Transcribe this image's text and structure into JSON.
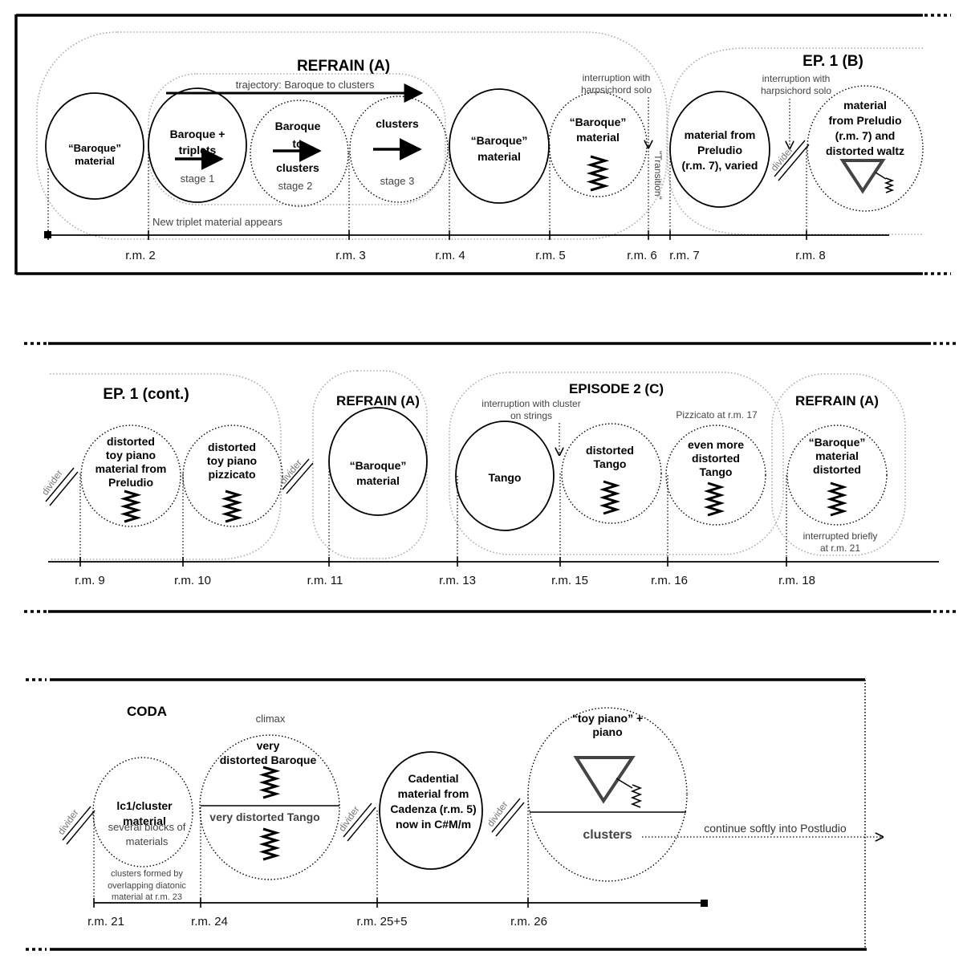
{
  "row1": {
    "title_refrain": "REFRAIN (A)",
    "title_ep1": "EP. 1 (B)",
    "trajectory": "trajectory: Baroque to clusters",
    "new_triplet": "New triplet material appears",
    "interruption1": [
      "interruption with",
      "harpsichord solo"
    ],
    "interruption2": [
      "interruption with",
      "harpsichord solo"
    ],
    "transition": "\"Transition\"",
    "divider": "divider",
    "circles": {
      "c1": [
        "“Baroque”",
        "material"
      ],
      "c2": [
        "Baroque +",
        "triplets"
      ],
      "c2_stage": "stage 1",
      "c3": [
        "Baroque",
        "to",
        "clusters"
      ],
      "c3_stage": "stage 2",
      "c4": [
        "clusters"
      ],
      "c4_stage": "stage 3",
      "c5": [
        "“Baroque”",
        "material"
      ],
      "c6": [
        "“Baroque”",
        "material"
      ],
      "c7": [
        "material from",
        "Preludio",
        "(r.m. 7), varied"
      ],
      "c8": [
        "material",
        "from Preludio",
        "(r.m. 7) and",
        "distorted waltz"
      ]
    },
    "rm": [
      "r.m. 2",
      "r.m. 3",
      "r.m. 4",
      "r.m. 5",
      "r.m. 6",
      "r.m. 7",
      "r.m. 8"
    ]
  },
  "row2": {
    "title_ep1": "EP. 1 (cont.)",
    "title_refrain1": "REFRAIN (A)",
    "title_ep2": "EPISODE 2 (C)",
    "title_refrain2": "REFRAIN (A)",
    "divider": "divider",
    "interruption": [
      "interruption with cluster",
      "on strings"
    ],
    "pizzicato": "Pizzicato at r.m. 17",
    "interrupted": [
      "interrupted briefly",
      "at r.m. 21"
    ],
    "circles": {
      "c1": [
        "distorted",
        "toy piano",
        "material from",
        "Preludio"
      ],
      "c2": [
        "distorted",
        "toy piano",
        "pizzicato"
      ],
      "c3": [
        "“Baroque”",
        "material"
      ],
      "c4": [
        "Tango"
      ],
      "c5": [
        "distorted",
        "Tango"
      ],
      "c6": [
        "even more",
        "distorted",
        "Tango"
      ],
      "c7": [
        "“Baroque”",
        "material",
        "distorted"
      ]
    },
    "rm": [
      "r.m. 9",
      "r.m. 10",
      "r.m. 11",
      "r.m. 13",
      "r.m. 15",
      "r.m. 16",
      "r.m. 18"
    ]
  },
  "row3": {
    "title_coda": "CODA",
    "climax": "climax",
    "divider": "divider",
    "clusters_note": [
      "clusters formed by",
      "overlapping diatonic",
      "material at r.m. 23"
    ],
    "continue": "continue softly into Postludio",
    "circles": {
      "c1": [
        "lc1/cluster",
        "material"
      ],
      "c1_sub": [
        "several blocks of",
        "materials"
      ],
      "c2_top": [
        "very",
        "distorted Baroque"
      ],
      "c2_bottom": "very distorted Tango",
      "c3": [
        "Cadential",
        "material from",
        "Cadenza (r.m. 5)",
        "now in C#M/m"
      ],
      "c4_top": [
        "“toy piano” +",
        "piano"
      ],
      "c4_bottom": "clusters"
    },
    "rm": [
      "r.m. 21",
      "r.m. 24",
      "r.m. 25+5",
      "r.m. 26"
    ]
  }
}
